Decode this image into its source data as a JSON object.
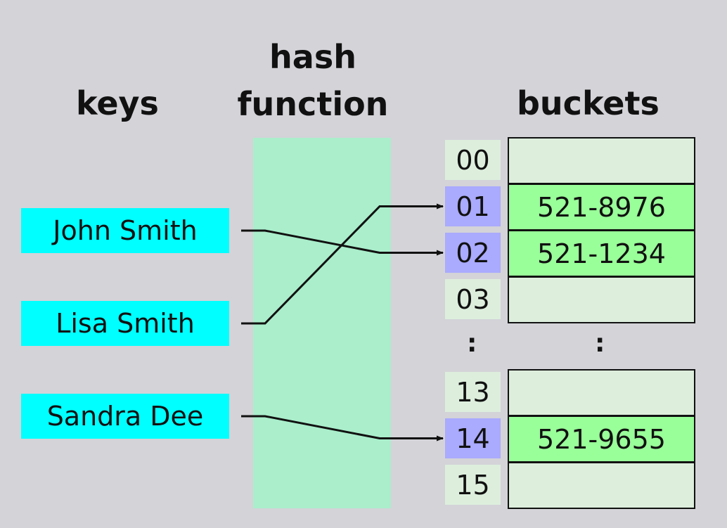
{
  "headers": {
    "keys": "keys",
    "hash_function": "hash function",
    "buckets": "buckets"
  },
  "keys": [
    "John Smith",
    "Lisa Smith",
    "Sandra Dee"
  ],
  "indices": [
    {
      "label": "00",
      "hit": false
    },
    {
      "label": "01",
      "hit": true
    },
    {
      "label": "02",
      "hit": true
    },
    {
      "label": "03",
      "hit": false
    },
    {
      "label": "13",
      "hit": false
    },
    {
      "label": "14",
      "hit": true
    },
    {
      "label": "15",
      "hit": false
    }
  ],
  "buckets": [
    "",
    "521-8976",
    "521-1234",
    "",
    "",
    "521-9655",
    ""
  ],
  "ellipsis": ":",
  "mappings": [
    {
      "key": "John Smith",
      "index": "02"
    },
    {
      "key": "Lisa Smith",
      "index": "01"
    },
    {
      "key": "Sandra Dee",
      "index": "14"
    }
  ],
  "colors": {
    "background": "#d3d3d8",
    "key_box": "#00ffff",
    "hash_band": "#aaeecc",
    "index_normal": "#ddeedd",
    "index_hit": "#aaaaff",
    "bucket_empty": "#ddeedd",
    "bucket_filled": "#99ff99"
  }
}
